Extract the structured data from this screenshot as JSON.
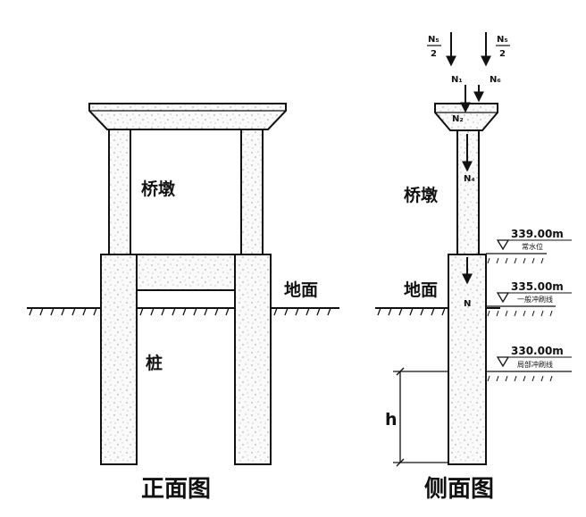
{
  "front_view": {
    "title": "正面图",
    "pier_label": "桥墩",
    "ground_label": "地面",
    "pile_label": "桩"
  },
  "side_view": {
    "title": "侧面图",
    "pier_label": "桥墩",
    "ground_label": "地面",
    "pile_depth_label": "h",
    "forces": {
      "n5_num": "N₅",
      "n5_den": "2",
      "n1": "N₁",
      "n2": "N₂",
      "n4": "N₄",
      "n6": "N₆",
      "n_pile": "N"
    },
    "levels": [
      {
        "elevation": "339.00m",
        "caption": "常水位"
      },
      {
        "elevation": "335.00m",
        "caption": "一般冲刷线"
      },
      {
        "elevation": "330.00m",
        "caption": "局部冲刷线"
      }
    ]
  },
  "colors": {
    "line": "#111111",
    "fill": "#f4f4f4",
    "speckle": "#555555"
  }
}
